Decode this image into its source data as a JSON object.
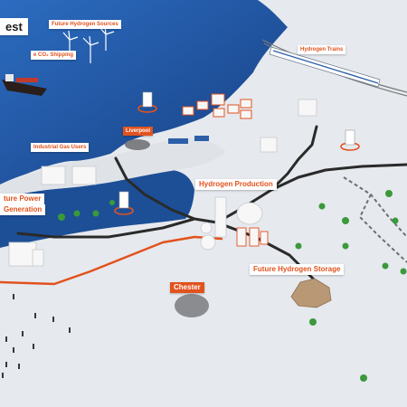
{
  "title_fragment": "est",
  "labels": {
    "future_hydrogen_sources": "Future Hydrogen Sources",
    "co2_shipping": "e CO₂ Shipping",
    "hydrogen_trains": "Hydrogen Trains",
    "liverpool": "Liverpool",
    "industrial_gas_users": "Industrial Gas Users",
    "future_power_generation_line1": "ture Power",
    "future_power_generation_line2": "Generation",
    "hydrogen_production": "Hydrogen Production",
    "future_hydrogen_storage": "Future Hydrogen Storage",
    "chester": "Chester"
  },
  "colors": {
    "sea": "#1f5aa6",
    "land": "#e6e9ee",
    "pipeline_existing": "#2a2a2a",
    "pipeline_future": "#e2521d",
    "pipeline_dashed": "#6f6f6f",
    "label_text": "#e2521d"
  }
}
